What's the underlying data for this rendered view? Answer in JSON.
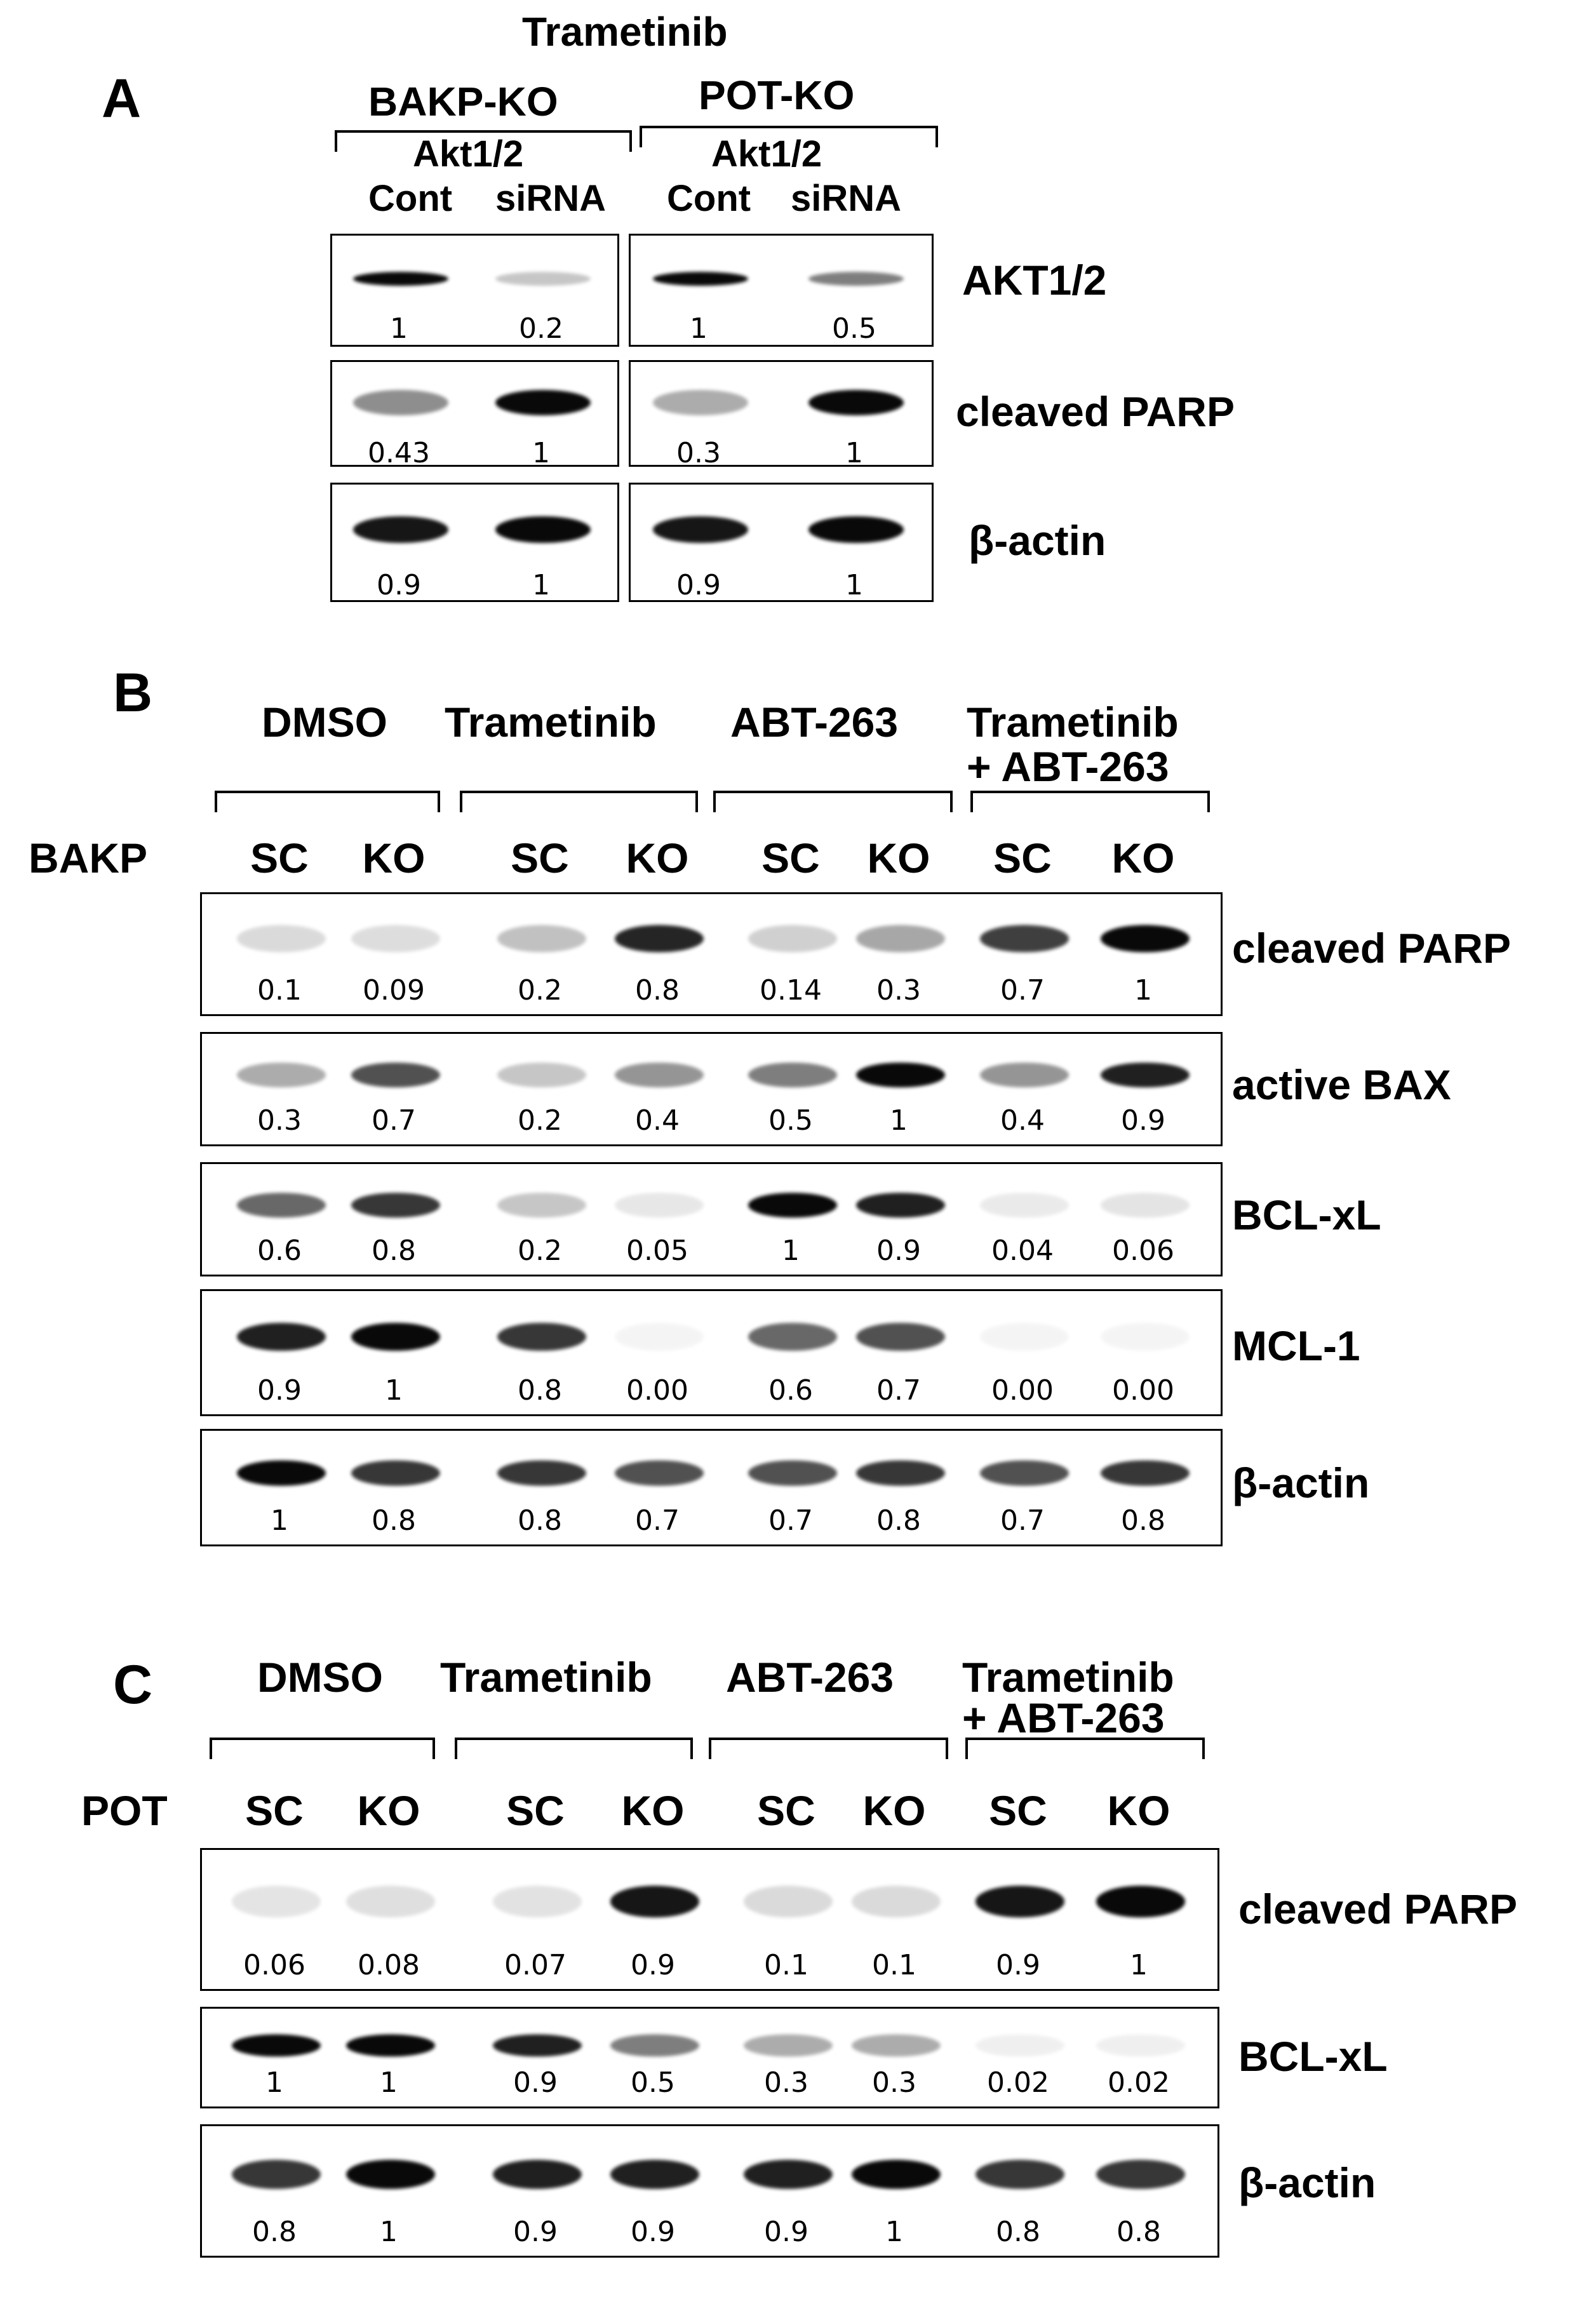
{
  "panel_a": {
    "letter": "A",
    "treatment": "Trametinib",
    "groups": [
      {
        "name": "BAKP-KO",
        "sub": "Akt1/2",
        "lanes": [
          "Cont",
          "siRNA"
        ]
      },
      {
        "name": "POT-KO",
        "sub": "Akt1/2",
        "lanes": [
          "Cont",
          "siRNA"
        ]
      }
    ],
    "rows": [
      {
        "label": "AKT1/2",
        "values": [
          "1",
          "0.2",
          "1",
          "0.5"
        ]
      },
      {
        "label": "cleaved PARP",
        "values": [
          "0.43",
          "1",
          "0.3",
          "1"
        ]
      },
      {
        "label": "β-actin",
        "values": [
          "0.9",
          "1",
          "0.9",
          "1"
        ]
      }
    ]
  },
  "panel_b": {
    "letter": "B",
    "line": "BAKP",
    "treatments": [
      "DMSO",
      "Trametinib",
      "ABT-263",
      "Trametinib",
      "+ ABT-263"
    ],
    "lanes": [
      "SC",
      "KO",
      "SC",
      "KO",
      "SC",
      "KO",
      "SC",
      "KO"
    ],
    "rows": [
      {
        "label": "cleaved PARP",
        "values": [
          "0.1",
          "0.09",
          "0.2",
          "0.8",
          "0.14",
          "0.3",
          "0.7",
          "1"
        ]
      },
      {
        "label": "active BAX",
        "values": [
          "0.3",
          "0.7",
          "0.2",
          "0.4",
          "0.5",
          "1",
          "0.4",
          "0.9"
        ]
      },
      {
        "label": "BCL-xL",
        "values": [
          "0.6",
          "0.8",
          "0.2",
          "0.05",
          "1",
          "0.9",
          "0.04",
          "0.06"
        ]
      },
      {
        "label": "MCL-1",
        "values": [
          "0.9",
          "1",
          "0.8",
          "0.00",
          "0.6",
          "0.7",
          "0.00",
          "0.00"
        ]
      },
      {
        "label": "β-actin",
        "values": [
          "1",
          "0.8",
          "0.8",
          "0.7",
          "0.7",
          "0.8",
          "0.7",
          "0.8"
        ]
      }
    ]
  },
  "panel_c": {
    "letter": "C",
    "line": "POT",
    "treatments": [
      "DMSO",
      "Trametinib",
      "ABT-263",
      "Trametinib",
      "+ ABT-263"
    ],
    "lanes": [
      "SC",
      "KO",
      "SC",
      "KO",
      "SC",
      "KO",
      "SC",
      "KO"
    ],
    "rows": [
      {
        "label": "cleaved PARP",
        "values": [
          "0.06",
          "0.08",
          "0.07",
          "0.9",
          "0.1",
          "0.1",
          "0.9",
          "1"
        ]
      },
      {
        "label": "BCL-xL",
        "values": [
          "1",
          "1",
          "0.9",
          "0.5",
          "0.3",
          "0.3",
          "0.02",
          "0.02"
        ]
      },
      {
        "label": "β-actin",
        "values": [
          "0.8",
          "1",
          "0.9",
          "0.9",
          "0.9",
          "1",
          "0.8",
          "0.8"
        ]
      }
    ]
  }
}
